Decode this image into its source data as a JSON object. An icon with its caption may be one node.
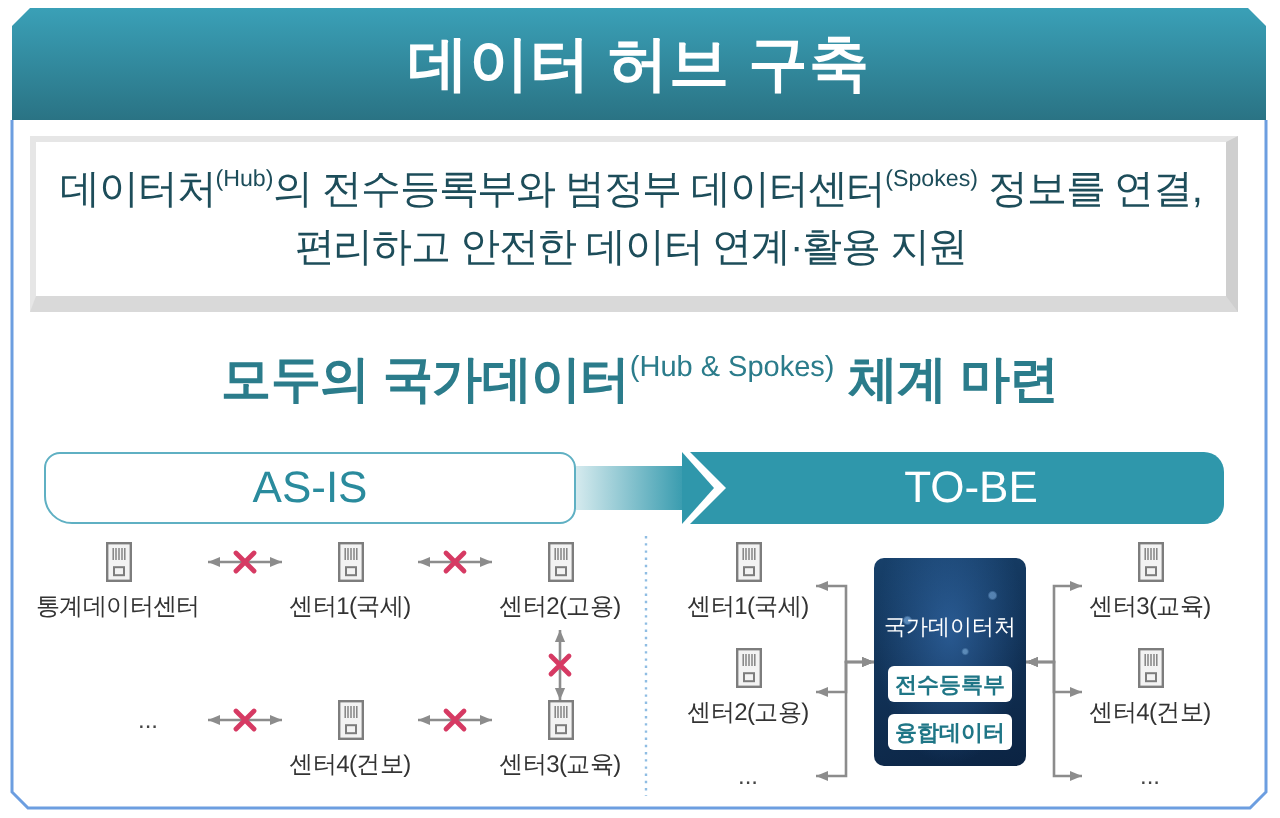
{
  "diagram": {
    "title": "데이터 허브 구축",
    "nodes": [
      {
        "text": [
          "데이터처$^{(Hub)}$의 전수등록부와 범정부 데이터센터$^{(Spokes)}$ 정보를 연결, 편리하고 안전한 데이터 연계·활용 지원"
        ]
      },
      {
        "text": [
          "AS-IS"
        ]
      },
      {
        "text": [
          "TO-BE"
        ]
      },
      {
        "text": [
          "통계데이터센터"
        ]
      },
      {
        "text": [
          "센터1(국세)"
        ]
      },
      {
        "text": [
          "센터2(고용)"
        ]
      },
      {
        "text": [
          "..."
        ]
      },
      {
        "text": [
          "센터4(건보)"
        ]
      },
      {
        "text": [
          "센터3(교육)"
        ]
      },
      {
        "text": [
          "센터1(국세)"
        ]
      },
      {
        "text": [
          "센터2(고용)"
        ]
      },
      {
        "text": [
          "..."
        ]
      },
      {
        "text": [
          "국가데이터처"
        ]
      },
      {
        "text": [
          "전수등록부"
        ],
        "in": 12
      },
      {
        "text": [
          "융합데이터"
        ],
        "in": 12
      },
      {
        "text": [
          "센터3(교육)"
        ]
      },
      {
        "text": [
          "센터4(건보)"
        ]
      },
      {
        "text": [
          "..."
        ]
      }
    ],
    "edges": [
      {
        "from": 1,
        "to": 2,
        "arrow": "to",
        "style": "thick",
        "color": "#2f97ab"
      },
      {
        "from": 3,
        "to": 4,
        "arrow": "both"
      },
      {
        "from": 4,
        "to": 5,
        "arrow": "both"
      },
      {
        "from": 5,
        "to": 8,
        "arrow": "both"
      },
      {
        "from": 6,
        "to": 7,
        "arrow": "both"
      },
      {
        "from": 7,
        "to": 8,
        "arrow": "both"
      },
      {
        "from": 12,
        "to": 9,
        "arrow": "both"
      },
      {
        "from": 12,
        "to": 10,
        "arrow": "both"
      },
      {
        "from": 12,
        "to": 11,
        "arrow": "both"
      },
      {
        "from": 12,
        "to": 15,
        "arrow": "both"
      },
      {
        "from": 12,
        "to": 16,
        "arrow": "both"
      },
      {
        "from": 12,
        "to": 17,
        "arrow": "both"
      }
    ],
    "labels": [
      "모두의 국가데이터$^{(Hub & Spokes)}$ 체계 마련"
    ]
  }
}
